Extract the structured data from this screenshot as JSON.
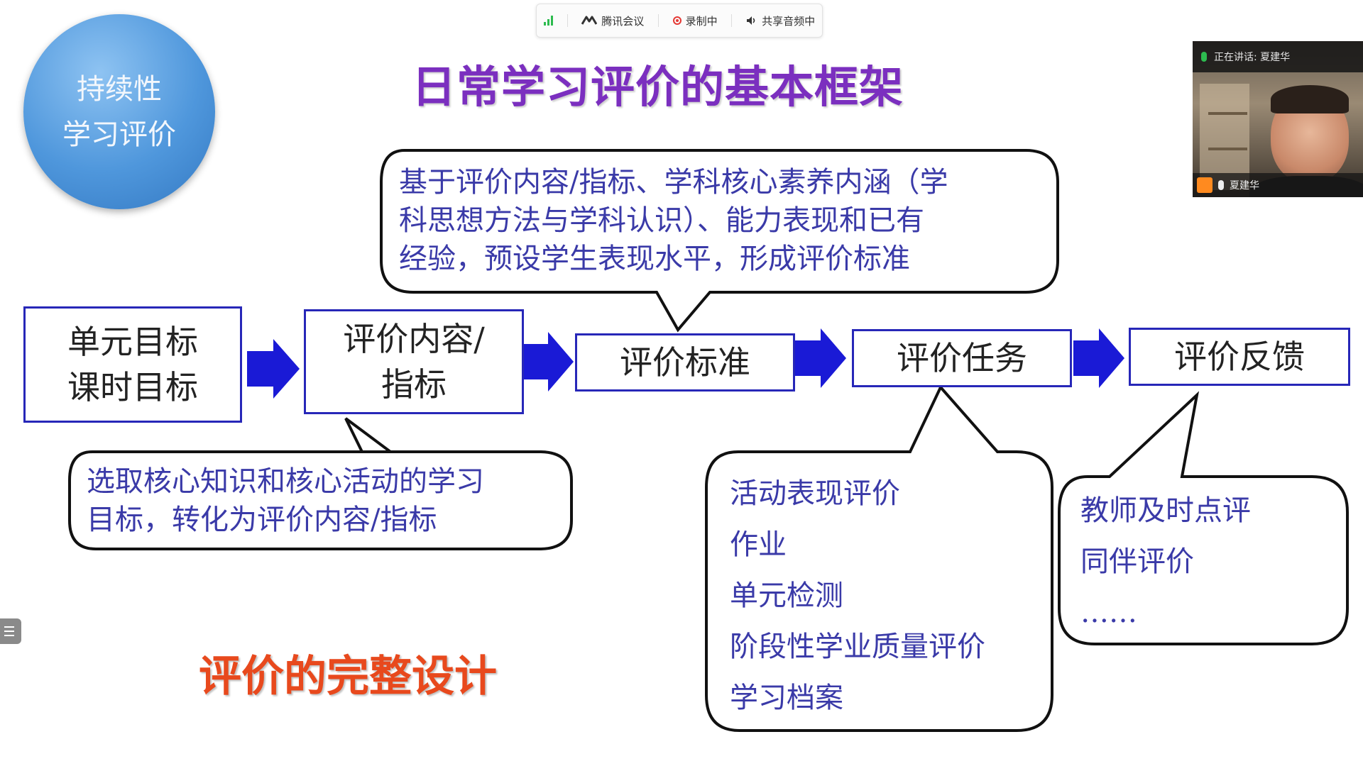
{
  "meeting_bar": {
    "app_name": "腾讯会议",
    "recording": "录制中",
    "audio_sharing": "共享音频中",
    "colors": {
      "signal": "#2dbb4f",
      "recording": "#e53935"
    }
  },
  "slide": {
    "badge_line1": "持续性",
    "badge_line2": "学习评价",
    "title": "日常学习评价的基本框架",
    "subtitle": "评价的完整设计",
    "flow": {
      "box1": {
        "line1": "单元目标",
        "line2": "课时目标"
      },
      "box2": {
        "line1": "评价内容/",
        "line2": "指标"
      },
      "box3": "评价标准",
      "box4": "评价任务",
      "box5": "评价反馈"
    },
    "callouts": {
      "standard": {
        "line1": "基于评价内容/指标、学科核心素养内涵（学",
        "line2": "科思想方法与学科认识）、能力表现和已有",
        "line3": "经验，预设学生表现水平，形成评价标准"
      },
      "content": {
        "line1": "选取核心知识和核心活动的学习",
        "line2": "目标，转化为评价内容/指标"
      },
      "tasks": [
        "活动表现评价",
        "作业",
        "单元检测",
        "阶段性学业质量评价",
        "学习档案"
      ],
      "feedback": [
        "教师及时点评",
        "同伴评价",
        "……"
      ]
    },
    "colors": {
      "title": "#7b2fbf",
      "subtitle": "#e8491d",
      "box_border": "#2727b8",
      "arrow": "#1a1ad6",
      "callout_text": "#3a3aa8"
    }
  },
  "video_panel": {
    "speaking_label": "正在讲话: 夏建华",
    "participant_name": "夏建华"
  }
}
